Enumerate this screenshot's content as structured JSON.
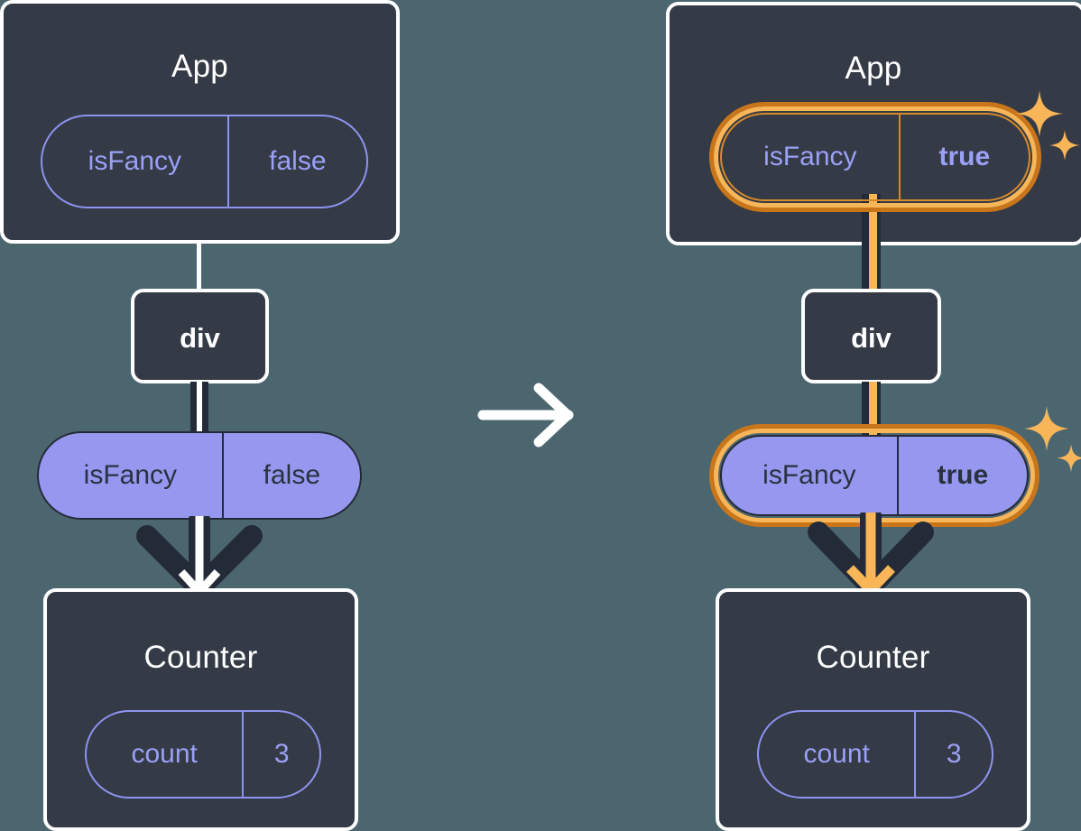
{
  "diagram": {
    "title": "react-state-propagation-before-after",
    "type": "component-tree-comparison",
    "background_color": "#4c6670",
    "transition_icon": "right-arrow-icon",
    "highlight_color": "#e08a1e",
    "highlight_color_light": "#f8b659",
    "pill_fill": "#9598ee",
    "panel_fill": "#343a46",
    "panel_border": "#ffffff",
    "outline_pill_stroke": "#8e93f0",
    "outline_pill_text": "#9aa0f5"
  },
  "before": {
    "app": {
      "title": "App",
      "state": {
        "key": "isFancy",
        "value": "false",
        "bold_value": false
      }
    },
    "div": {
      "label": "div"
    },
    "prop": {
      "key": "isFancy",
      "value": "false",
      "bold_value": false
    },
    "counter": {
      "title": "Counter",
      "state": {
        "key": "count",
        "value": "3",
        "bold_value": false
      }
    }
  },
  "after": {
    "app": {
      "title": "App",
      "state": {
        "key": "isFancy",
        "value": "true",
        "bold_value": true
      },
      "highlighted": true,
      "sparkle": "sparkle-icon"
    },
    "div": {
      "label": "div"
    },
    "prop": {
      "key": "isFancy",
      "value": "true",
      "bold_value": true,
      "highlighted": true,
      "sparkle": "sparkle-icon"
    },
    "counter": {
      "title": "Counter",
      "state": {
        "key": "count",
        "value": "3",
        "bold_value": false
      }
    }
  }
}
